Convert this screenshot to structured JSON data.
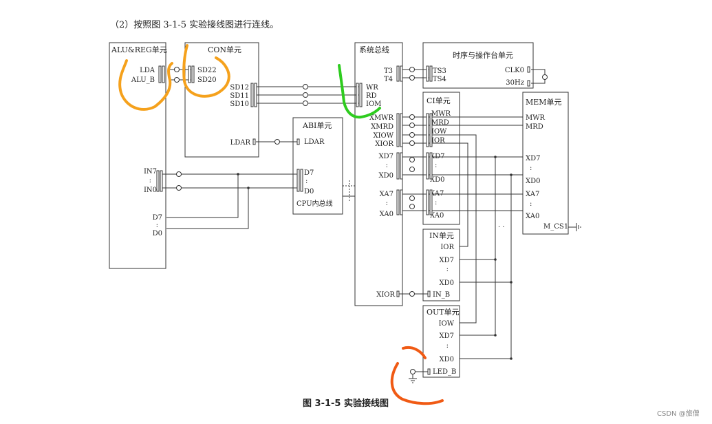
{
  "heading": "（2）按照图 3-1-5 实验接线图进行连线。",
  "caption": "图 3-1-5 实验接线图",
  "watermark": "CSDN @旅僧",
  "units": {
    "alu_reg": {
      "title": "ALU&REG单元",
      "lda": "LDA",
      "alu_b": "ALU_B",
      "in7": "IN7",
      "in0": "IN0",
      "d7": "D7",
      "d0": "D0",
      "vdots": ":"
    },
    "con": {
      "title": "CON单元",
      "sd22": "SD22",
      "sd20": "SD20",
      "sd12": "SD12",
      "sd11": "SD11",
      "sd10": "SD10",
      "ldar": "LDAR"
    },
    "abi": {
      "title": "ABI单元",
      "ldar": "LDAR",
      "d7": "D7",
      "d0": "D0",
      "cpu_bus": "CPU内总线",
      "vdots": ":"
    },
    "sysbus": {
      "title": "系统总线",
      "t3": "T3",
      "t4": "T4",
      "wr": "WR",
      "rd": "RD",
      "iom": "IOM",
      "xmwr": "XMWR",
      "xmrd": "XMRD",
      "xiow": "XIOW",
      "xior": "XIOR",
      "xd7": "XD7",
      "xd0": "XD0",
      "xa7": "XA7",
      "xa0": "XA0",
      "xior2": "XIOR",
      "vdots": ":"
    },
    "timing": {
      "title": "时序与操作台单元",
      "ts3": "TS3",
      "ts4": "TS4",
      "clk0": "CLK0",
      "hz30": "30Hz"
    },
    "ci": {
      "title": "CI单元",
      "mwr": "MWR",
      "mrd": "MRD",
      "iow": "IOW",
      "ior": "IOR",
      "xd7": "XD7",
      "xd0": "XD0",
      "xa7": "XA7",
      "xa0": "XA0",
      "vdots": ":"
    },
    "mem": {
      "title": "MEM单元",
      "mwr": "MWR",
      "mrd": "MRD",
      "xd7": "XD7",
      "xd0": "XD0",
      "xa7": "XA7",
      "xa0": "XA0",
      "mcs1": "M_CS1",
      "vdots": ":"
    },
    "in": {
      "title": "IN单元",
      "ior": "IOR",
      "xd7": "XD7",
      "xd0": "XD0",
      "in_b": "IN_B",
      "vdots": ":"
    },
    "out": {
      "title": "OUT单元",
      "iow": "IOW",
      "xd7": "XD7",
      "xd0": "XD0",
      "led_b": "LED_B",
      "vdots": ":"
    }
  },
  "annotation_colors": {
    "orange": "#f5a11c",
    "green": "#2ecc1f",
    "red_orange": "#f05a14"
  },
  "icons": [
    "ground-icon",
    "connector-ring-icon",
    "dip-jack-icon"
  ]
}
